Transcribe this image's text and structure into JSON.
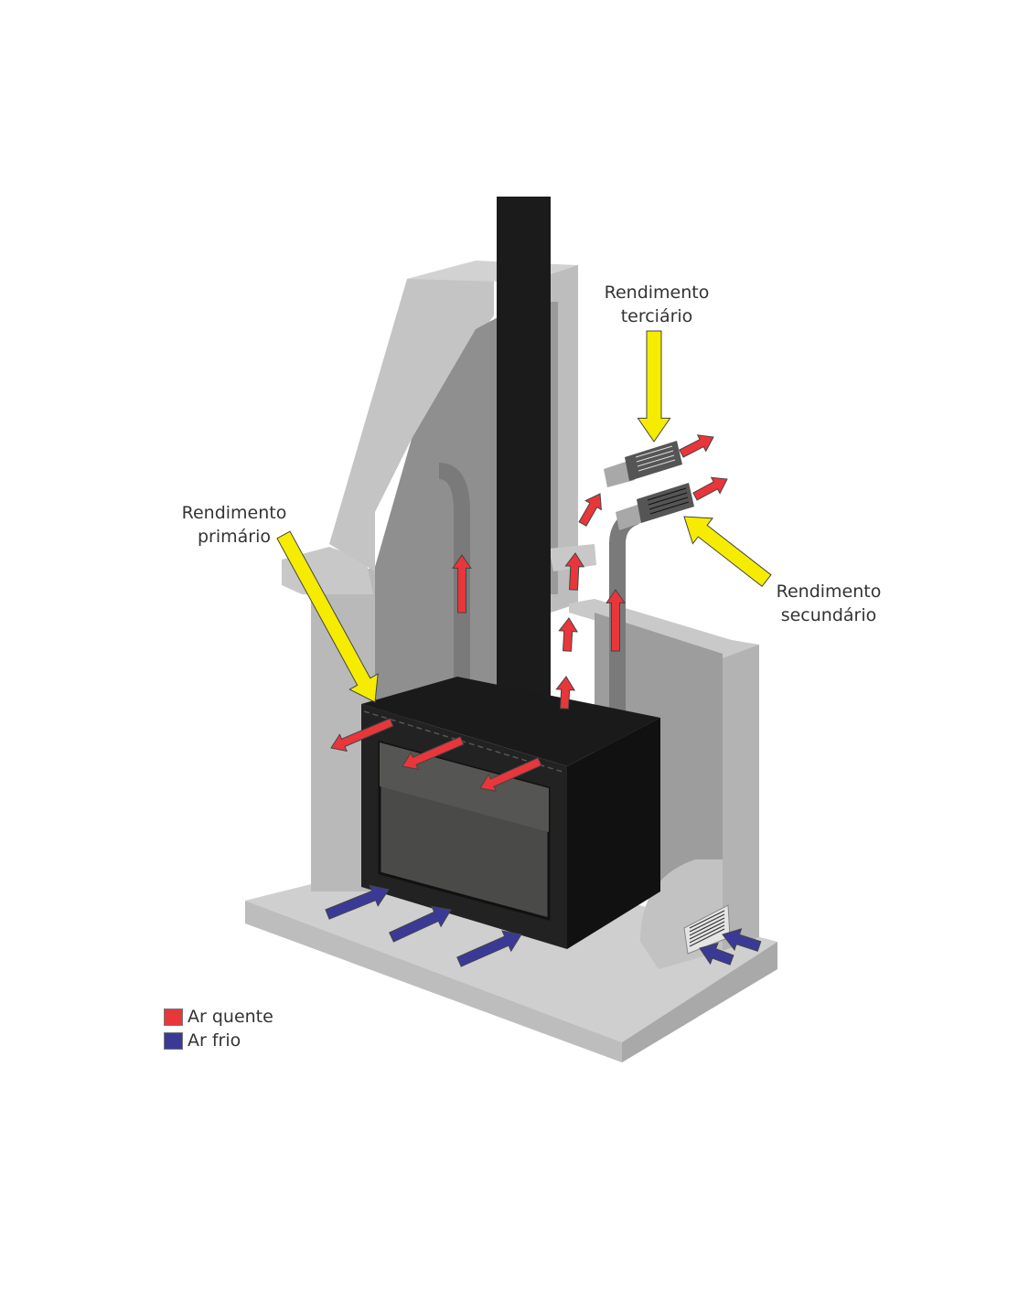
{
  "labels": {
    "tertiary": [
      "Rendimento",
      "terciário"
    ],
    "primary": [
      "Rendimento",
      "primário"
    ],
    "secondary": [
      "Rendimento",
      "secundário"
    ]
  },
  "legend": [
    {
      "label": "Ar quente",
      "color": "#e8363b"
    },
    {
      "label": "Ar frio",
      "color": "#3a3a96"
    }
  ],
  "colors": {
    "yield_arrow": "#f5ec00",
    "hot_air": "#e8363b",
    "cold_air": "#3a3a96"
  }
}
